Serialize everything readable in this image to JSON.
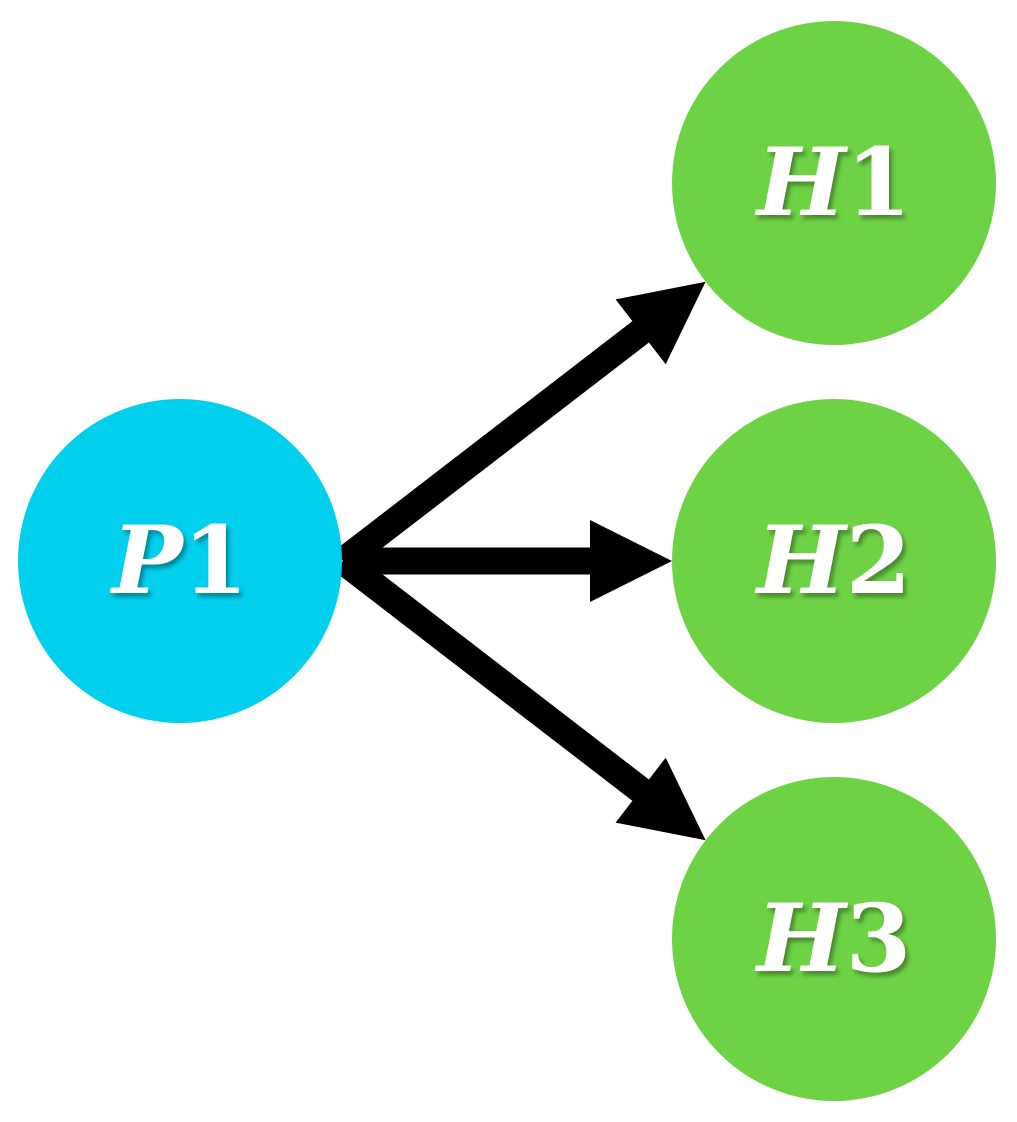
{
  "diagram": {
    "nodes": [
      {
        "id": "P1",
        "letter": "P",
        "number": "1",
        "color": "#00cfee",
        "role": "source"
      },
      {
        "id": "H1",
        "letter": "H",
        "number": "1",
        "color": "#6ed245",
        "role": "target"
      },
      {
        "id": "H2",
        "letter": "H",
        "number": "2",
        "color": "#6ed245",
        "role": "target"
      },
      {
        "id": "H3",
        "letter": "H",
        "number": "3",
        "color": "#6ed245",
        "role": "target"
      }
    ],
    "edges": [
      {
        "from": "P1",
        "to": "H1"
      },
      {
        "from": "P1",
        "to": "H2"
      },
      {
        "from": "P1",
        "to": "H3"
      }
    ],
    "label_color": "#ffffff",
    "edge_color": "#000000"
  }
}
